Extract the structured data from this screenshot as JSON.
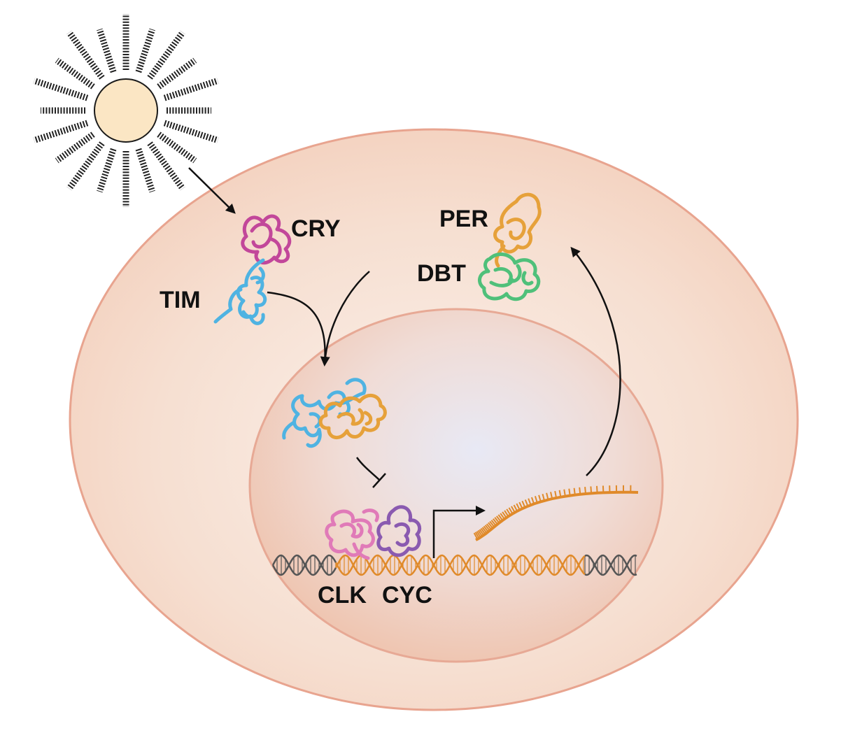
{
  "labels": {
    "cry": "CRY",
    "tim": "TIM",
    "per": "PER",
    "dbt": "DBT",
    "clk": "CLK",
    "cyc": "CYC"
  },
  "colors": {
    "cry": "#c2479a",
    "tim": "#4fb3e2",
    "per": "#e6a13a",
    "dbt": "#4fc07a",
    "clk": "#e07ab8",
    "cyc": "#8a5ab0",
    "mrna": "#e08a2a",
    "dna_outer": "#555555",
    "dna_gene": "#e08a2a",
    "cell_fill": "#f6dccd",
    "cell_stroke": "#e8a48f",
    "nucleus_center": "#e9eaf4",
    "nucleus_edge": "#f2cdbd",
    "sun_fill": "#fbe6c4",
    "arrow": "#111111"
  },
  "icons": {
    "sun": "sun-icon",
    "light_arrow": "arrow-icon",
    "transcription_start": "promoter-arrow-icon",
    "inhibition": "inhibition-bar-icon"
  }
}
